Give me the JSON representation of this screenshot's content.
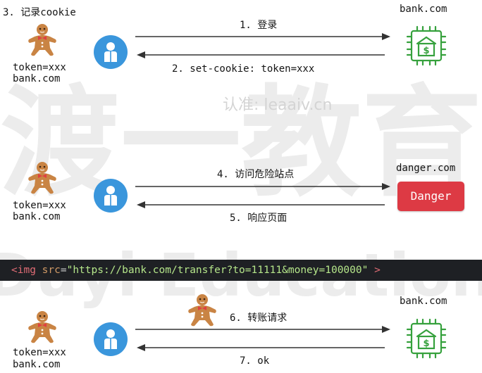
{
  "steps": {
    "s1": "1. 登录",
    "s2": "2. set-cookie: token=xxx",
    "s3": "3. 记录cookie",
    "s4": "4. 访问危险站点",
    "s5": "5. 响应页面",
    "s6": "6. 转账请求",
    "s7": "7. ok"
  },
  "cookie_labels": {
    "token": "token=xxx",
    "domain": "bank.com"
  },
  "servers": {
    "bank": "bank.com",
    "danger_domain": "danger.com",
    "danger_button": "Danger"
  },
  "code": {
    "open": "<img",
    "attr": "src",
    "eq": "=",
    "value": "\"https://bank.com/transfer?to=11111&money=100000\"",
    "close": ">"
  },
  "watermark": {
    "line": "认准: leaaiv.cn",
    "big": "渡一教育",
    "brand": "Duyi Education"
  },
  "colors": {
    "user_blue": "#3a96dc",
    "bank_green": "#36a13d",
    "danger_red": "#dd3a44",
    "code_bg": "#1e2024",
    "cookie_brown": "#c98444"
  },
  "icons": {
    "user": "user-icon",
    "cookie": "gingerbread-cookie-icon",
    "bank": "bank-chip-icon"
  }
}
